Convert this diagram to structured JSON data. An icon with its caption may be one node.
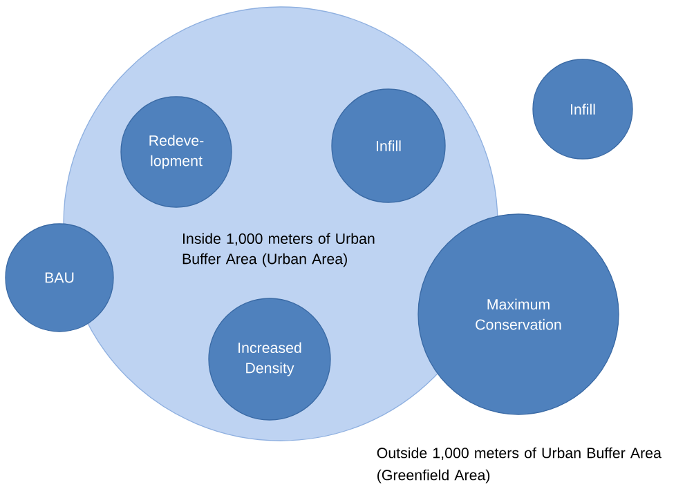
{
  "diagram": {
    "nodes": [
      {
        "text": [
          "Inside 1,000 meters of Urban Buffer Area (Urban Area)"
        ]
      },
      {
        "text": [
          "Redeve- lopment"
        ],
        "in": 0
      },
      {
        "text": [
          "Infill"
        ],
        "in": 0
      },
      {
        "text": [
          "Infill"
        ]
      },
      {
        "text": [
          "BAU"
        ]
      },
      {
        "text": [
          "Increased Density"
        ],
        "in": 0
      },
      {
        "text": [
          "Maximum Conservation"
        ]
      }
    ],
    "labels": [
      "Outside 1,000 meters of Urban Buffer Area (Greenfield Area)"
    ]
  }
}
